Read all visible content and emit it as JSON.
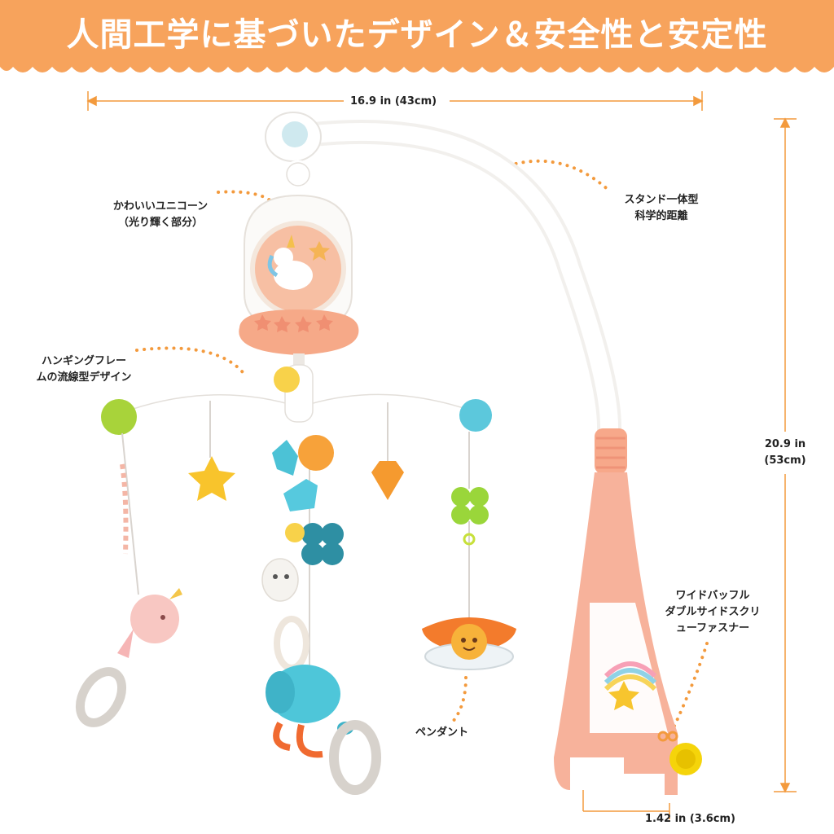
{
  "banner": {
    "title": "人間工学に基づいたデザイン＆安全性と安定性",
    "color": "#f7a35c"
  },
  "dimensions": {
    "width": "16.9 in (43cm)",
    "height_line1": "20.9 in",
    "height_line2": "(53cm)",
    "clamp": "1.42 in (3.6cm)"
  },
  "callouts": {
    "unicorn_line1": "かわいいユニコーン",
    "unicorn_line2": "（光り輝く部分）",
    "stand_line1": "スタンド一体型",
    "stand_line2": "科学的距離",
    "frame_line1": "ハンギングフレー",
    "frame_line2": "ムの流線型デザイン",
    "fastener_line1": "ワイドバッフル",
    "fastener_line2": "ダブルサイドスクリ",
    "fastener_line3": "ューファスナー",
    "pendant": "ペンダント"
  },
  "colors": {
    "accent": "#f39a3d",
    "arm": "#f7c6a3",
    "ball_green": "#a8d33a",
    "ball_blue": "#5cc8dc"
  }
}
